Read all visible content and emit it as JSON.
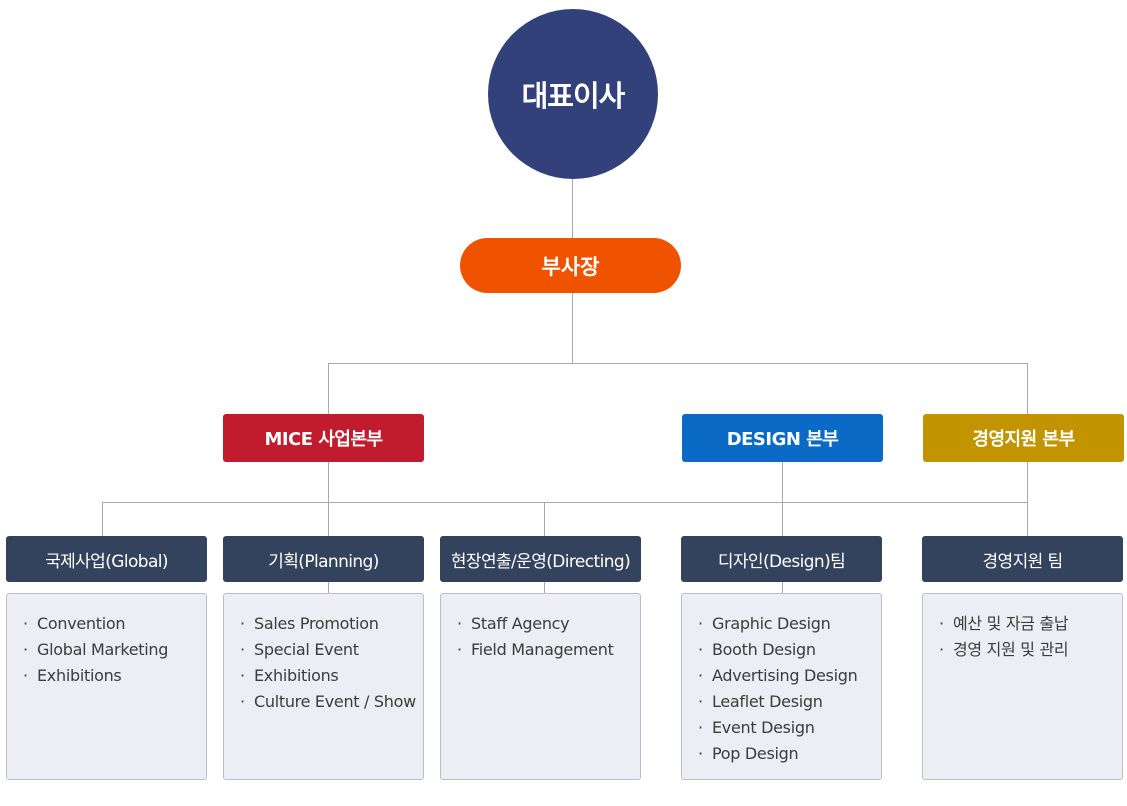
{
  "ceo": {
    "label": "대표이사",
    "color": "#33417b"
  },
  "vice_president": {
    "label": "부사장",
    "color": "#f05300"
  },
  "divisions": [
    {
      "label": "MICE 사업본부",
      "color": "#c01c2e"
    },
    {
      "label": "DESIGN 본부",
      "color": "#0a6ac6"
    },
    {
      "label": "경영지원 본부",
      "color": "#c29500"
    }
  ],
  "teams": [
    {
      "label": "국제사업(Global)",
      "items": [
        "Convention",
        "Global Marketing",
        "Exhibitions"
      ]
    },
    {
      "label": "기획(Planning)",
      "items": [
        "Sales Promotion",
        "Special Event",
        "Exhibitions",
        "Culture Event / Show"
      ]
    },
    {
      "label": "현장연출/운영(Directing)",
      "items": [
        "Staff Agency",
        "Field Management"
      ]
    },
    {
      "label": "디자인(Design)팀",
      "items": [
        "Graphic Design",
        "Booth Design",
        "Advertising Design",
        "Leaflet Design",
        "Event Design",
        "Pop Design"
      ]
    },
    {
      "label": "경영지원 팀",
      "items": [
        "예산 및 자금 출납",
        "경영 지원 및 관리"
      ]
    }
  ],
  "bullet": "·"
}
